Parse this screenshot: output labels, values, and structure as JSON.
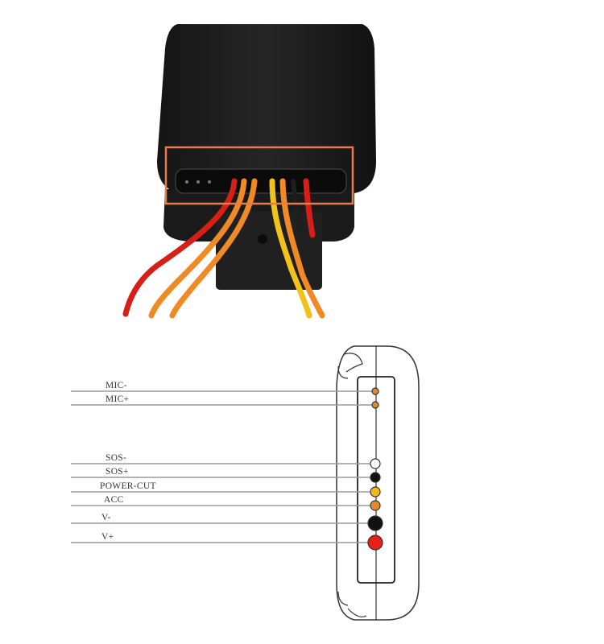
{
  "image": {
    "subject": "gps-tracker-wiring-connector",
    "highlight_color": "#e97a4e"
  },
  "wires": [
    {
      "color": "#d61f17"
    },
    {
      "color": "#f08a24"
    },
    {
      "color": "#f08a24"
    },
    {
      "color": "#f2c11a"
    },
    {
      "color": "#f08a24"
    },
    {
      "color": "#1e1e1e"
    },
    {
      "color": "#d61f17"
    }
  ],
  "pins": [
    {
      "label": "MIC-",
      "color": "#e38a2e"
    },
    {
      "label": "MIC+",
      "color": "#e38a2e"
    },
    {
      "label": "SOS-",
      "color": "#ffffff"
    },
    {
      "label": "SOS+",
      "color": "#111111"
    },
    {
      "label": "POWER-CUT",
      "color": "#f5b715"
    },
    {
      "label": "ACC",
      "color": "#e38a2e"
    },
    {
      "label": "V-",
      "color": "#111111"
    },
    {
      "label": "V+",
      "color": "#e8201a"
    }
  ]
}
